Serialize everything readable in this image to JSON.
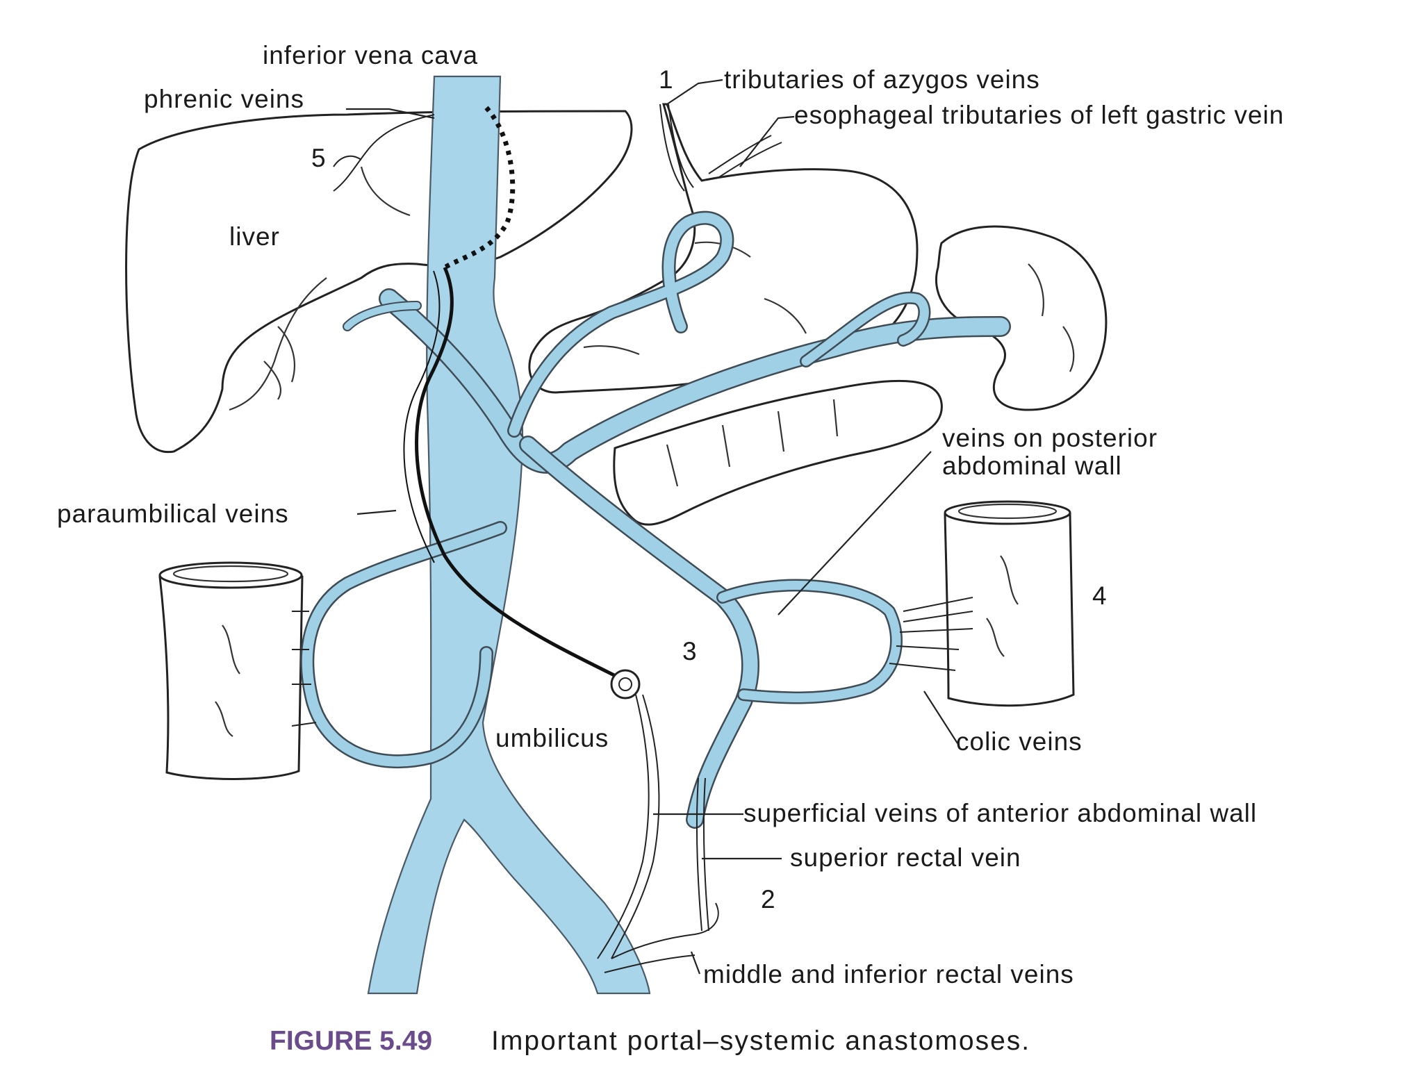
{
  "labels": {
    "ivc": "inferior vena cava",
    "phrenic": "phrenic veins",
    "azygos": "tributaries of azygos veins",
    "esophageal": "esophageal tributaries of left gastric vein",
    "liver": "liver",
    "posterior_1": "veins on posterior",
    "posterior_2": "abdominal wall",
    "paraumbilical": "paraumbilical veins",
    "umbilicus": "umbilicus",
    "colic": "colic veins",
    "superficial": "superficial veins of anterior abdominal wall",
    "superior_rectal": "superior rectal vein",
    "rectal": "middle and inferior rectal veins"
  },
  "numbers": {
    "n1": "1",
    "n2": "2",
    "n3": "3",
    "n4": "4",
    "n5": "5"
  },
  "caption": {
    "figure": "FIGURE 5.49",
    "text": "Important portal–systemic anastomoses."
  },
  "colors": {
    "vein": "#a8d5ea",
    "outline": "#222222",
    "caption_accent": "#6a4b8c"
  }
}
